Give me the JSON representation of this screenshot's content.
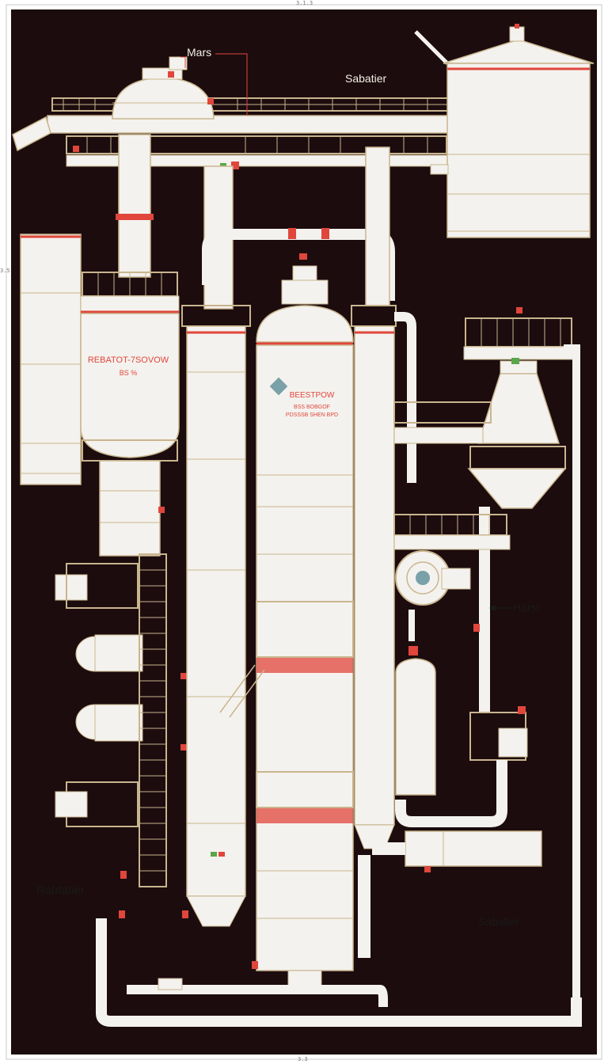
{
  "labels": {
    "mars": "Mars",
    "sabatier_top": "Sabatier",
    "harsl": "Harsl",
    "rabtatier": "Rabtatier",
    "sabatier_bottom": "Sabatier"
  },
  "vessel_left": {
    "title": "REBATOT-7SOVOW",
    "subtitle": "BS %"
  },
  "vessel_center": {
    "title": "BEESTPOW",
    "line1": "BSS BOBGOF",
    "line2": "PDSSSB SHEN BPD"
  },
  "frame_ticks": {
    "top": "3.1.3",
    "bottom": "3.3",
    "side": "3.5"
  },
  "colors": {
    "background": "#1c0c0e",
    "equipment": "#f4f2ee",
    "outline": "#c9b58e",
    "accent_red": "#e0463c",
    "frame_white": "#ffffff"
  }
}
